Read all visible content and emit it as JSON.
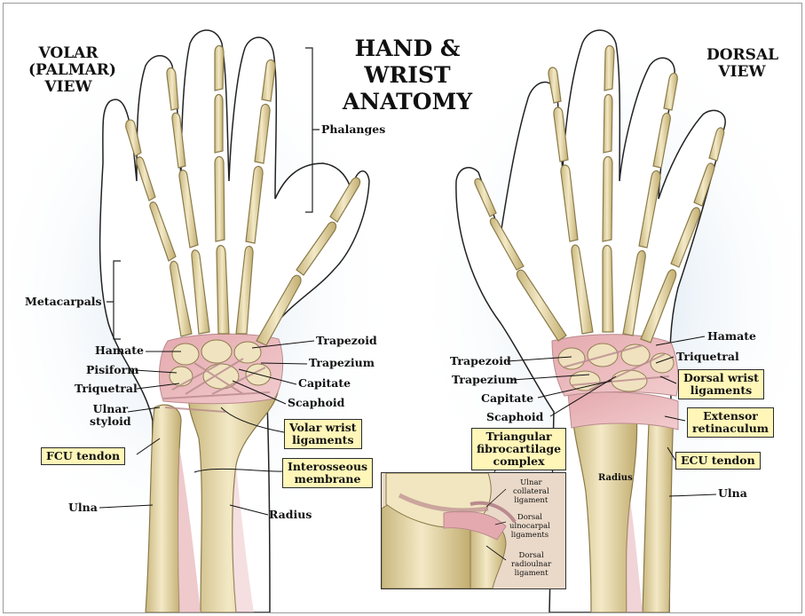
{
  "title": {
    "line1": "HAND & WRIST",
    "line2": "ANATOMY"
  },
  "volar_view": {
    "line1": "VOLAR",
    "line2": "(PALMAR)",
    "line3": "VIEW"
  },
  "dorsal_view": {
    "line1": "DORSAL",
    "line2": "VIEW"
  },
  "labels_left": {
    "phalanges": "Phalanges",
    "metacarpals": "Metacarpals",
    "hamate": "Hamate",
    "pisiform": "Pisiform",
    "triquetral": "Triquetral",
    "ulnar_styloid_1": "Ulnar",
    "ulnar_styloid_2": "styloid",
    "fcu_tendon": "FCU tendon",
    "ulna": "Ulna",
    "trapezoid": "Trapezoid",
    "trapezium": "Trapezium",
    "capitate": "Capitate",
    "scaphoid": "Scaphoid",
    "volar_wrist_1": "Volar wrist",
    "volar_wrist_2": "ligaments",
    "interosseous_1": "Interosseous",
    "interosseous_2": "membrane",
    "radius": "Radius"
  },
  "labels_right": {
    "hamate": "Hamate",
    "triquetral": "Triquetral",
    "trapezoid": "Trapezoid",
    "trapezium": "Trapezium",
    "capitate": "Capitate",
    "scaphoid": "Scaphoid",
    "dorsal_wrist_1": "Dorsal wrist",
    "dorsal_wrist_2": "ligaments",
    "extensor_1": "Extensor",
    "extensor_2": "retinaculum",
    "tfcc_1": "Triangular",
    "tfcc_2": "fibrocartilage",
    "tfcc_3": "complex",
    "ecu_tendon": "ECU tendon",
    "radius": "Radius",
    "ulna": "Ulna"
  },
  "inset_labels": {
    "ulnar_collateral_1": "Ulnar",
    "ulnar_collateral_2": "collateral",
    "ulnar_collateral_3": "ligament",
    "dorsal_ulnocarpal_1": "Dorsal",
    "dorsal_ulnocarpal_2": "ulnocarpal",
    "dorsal_ulnocarpal_3": "ligaments",
    "dorsal_radioulnar_1": "Dorsal",
    "dorsal_radioulnar_2": "radioulnar",
    "dorsal_radioulnar_3": "ligament"
  },
  "colors": {
    "bone": "#e9dcae",
    "bone_edge": "#8a7a4a",
    "ligament": "#e8b8bc",
    "label_box": "#fff6b8",
    "background_glow": "#cfe0ee"
  }
}
